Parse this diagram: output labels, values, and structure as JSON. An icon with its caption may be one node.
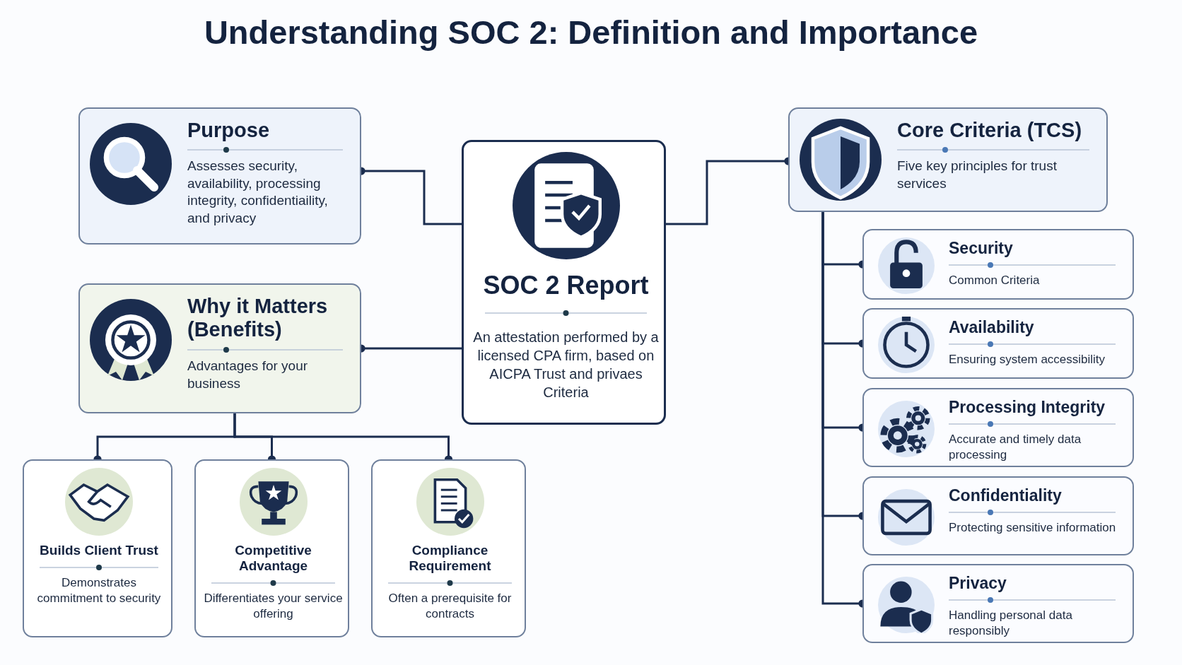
{
  "diagram": {
    "title": "Understanding SOC 2: Definition and Importance",
    "nodes": [
      {
        "text": [
          "Purpose",
          "Assesses security, availability, processing integrity, confidentiaility, and privacy"
        ]
      },
      {
        "text": [
          "Why it Matters (Benefits)",
          "Advantages for your business"
        ]
      },
      {
        "text": [
          "SOC 2 Report",
          "An attestation performed by a licensed CPA firm, based on AICPA Trust and privaes Criteria"
        ]
      },
      {
        "text": [
          "Core Criteria (TCS)",
          "Five key principles for trust services"
        ]
      },
      {
        "text": [
          "Security",
          "Common Criteria"
        ]
      },
      {
        "text": [
          "Availability",
          "Ensuring system accessibility"
        ]
      },
      {
        "text": [
          "Processing Integrity",
          "Accurate and timely data processing"
        ]
      },
      {
        "text": [
          "Confidentiality",
          "Protecting sensitive information"
        ]
      },
      {
        "text": [
          "Privacy",
          "Handling personal data responsibly"
        ]
      },
      {
        "text": [
          "Builds Client Trust",
          "Demonstrates commitment to security"
        ]
      },
      {
        "text": [
          "Competitive Advantage",
          "Differentiates your service offering"
        ]
      },
      {
        "text": [
          "Compliance Requirement",
          "Often a prerequisite for contracts"
        ]
      }
    ],
    "edges": [
      {
        "from": 2,
        "to": 0,
        "arrow": "other"
      },
      {
        "from": 2,
        "to": 1,
        "arrow": "other"
      },
      {
        "from": 2,
        "to": 3,
        "arrow": "other"
      },
      {
        "from": 3,
        "to": 4,
        "arrow": "other"
      },
      {
        "from": 3,
        "to": 5,
        "arrow": "other"
      },
      {
        "from": 3,
        "to": 6,
        "arrow": "other"
      },
      {
        "from": 3,
        "to": 7,
        "arrow": "other"
      },
      {
        "from": 3,
        "to": 8,
        "arrow": "other"
      },
      {
        "from": 1,
        "to": 9,
        "arrow": "other"
      },
      {
        "from": 1,
        "to": 10,
        "arrow": "other"
      },
      {
        "from": 1,
        "to": 11,
        "arrow": "other"
      }
    ]
  }
}
